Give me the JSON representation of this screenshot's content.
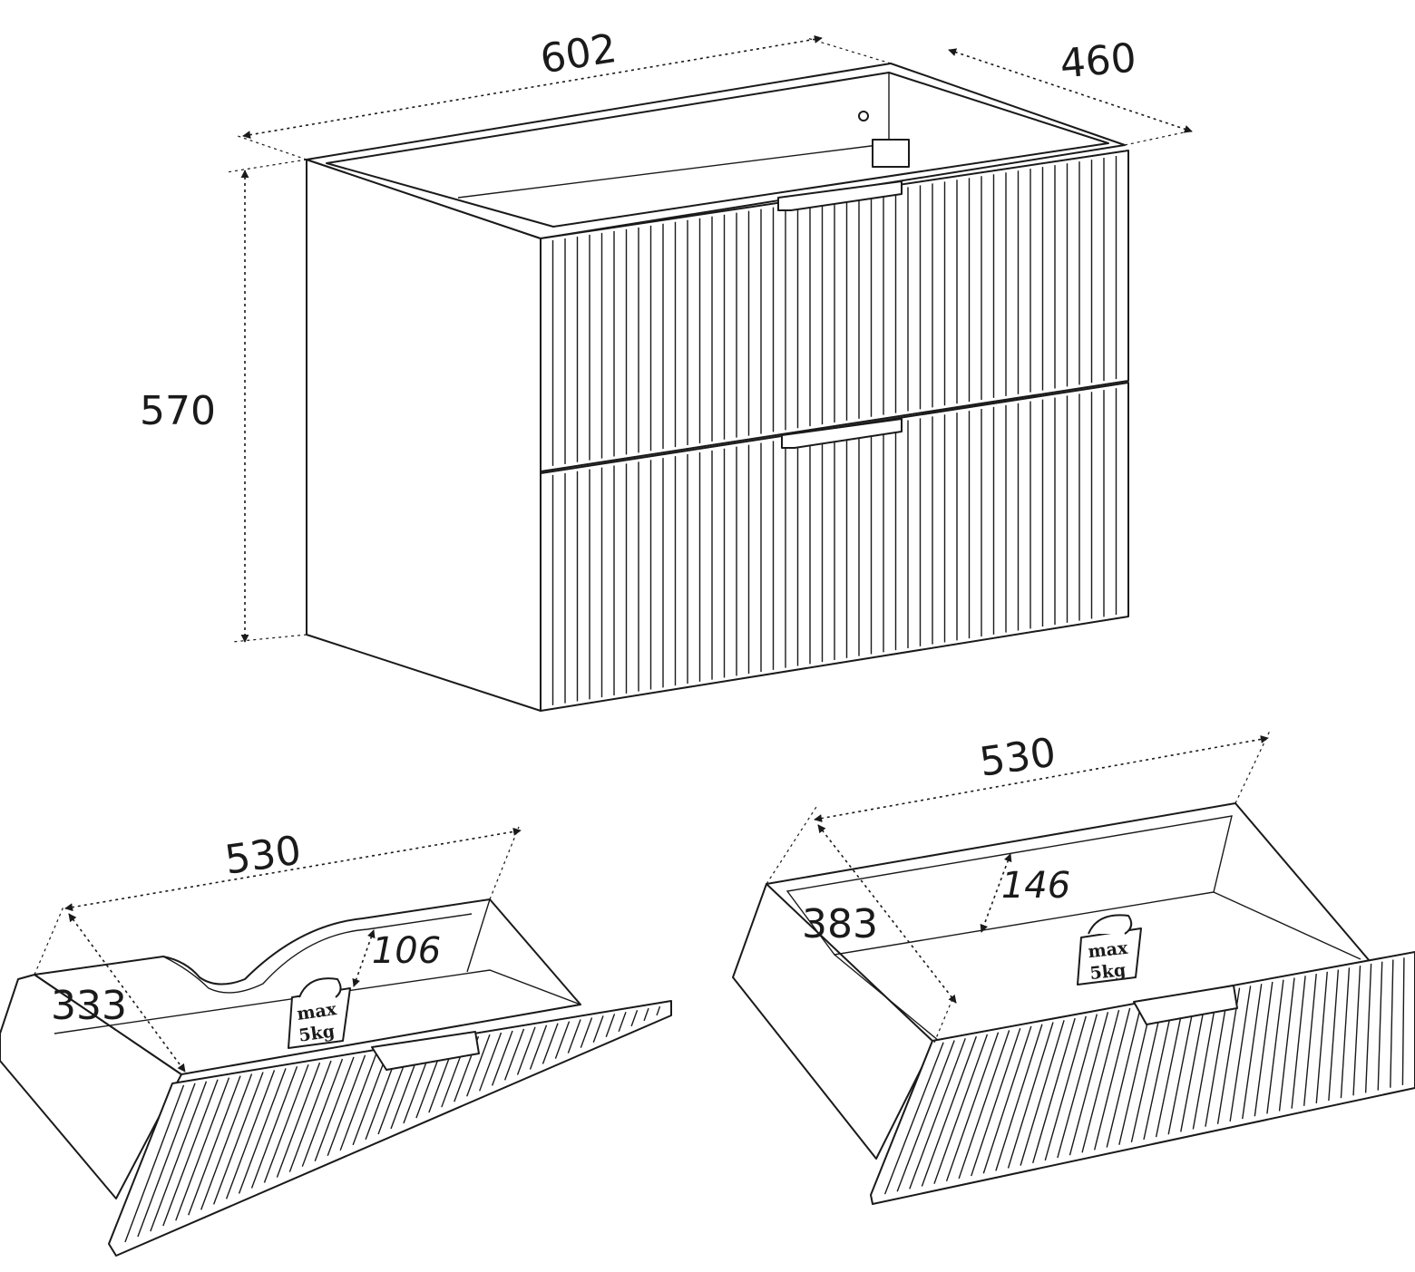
{
  "cabinet": {
    "width_label": "602",
    "depth_label": "460",
    "height_label": "570"
  },
  "drawer_left": {
    "width_label": "530",
    "depth_label": "333",
    "height_label": "106",
    "weight_line1": "max",
    "weight_line2": "5kg"
  },
  "drawer_right": {
    "width_label": "530",
    "depth_label": "383",
    "height_label": "146",
    "weight_line1": "max",
    "weight_line2": "5kg"
  },
  "colors": {
    "line": "#1a1a1a",
    "background": "#ffffff"
  }
}
